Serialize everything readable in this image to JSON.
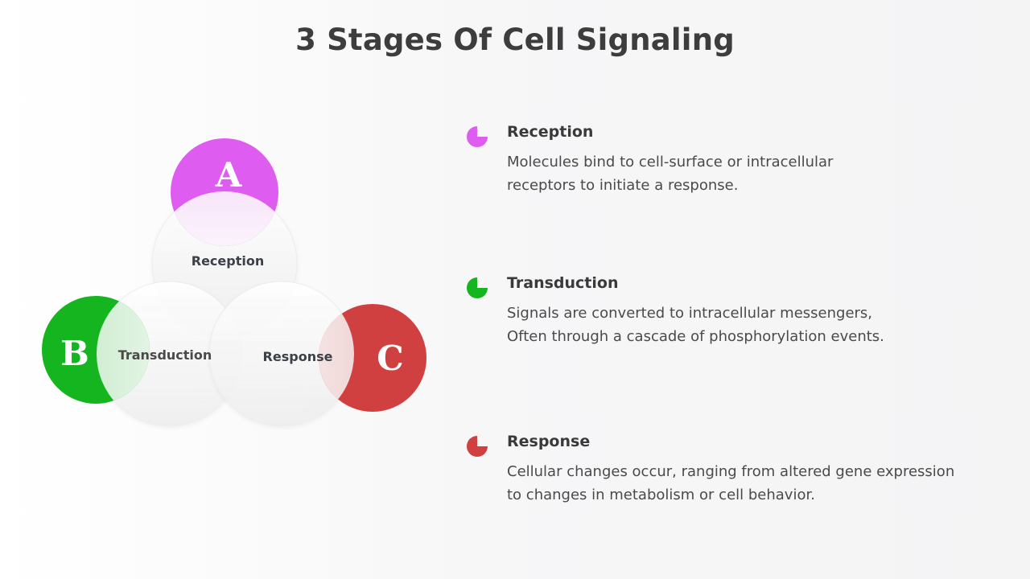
{
  "title": "3 Stages Of Cell Signaling",
  "colors": {
    "reception": "#df5cf1",
    "transduction": "#14b51f",
    "response": "#d14040"
  },
  "diagram": {
    "circle_a_letter": "A",
    "circle_b_letter": "B",
    "circle_c_letter": "C",
    "reception_label": "Reception",
    "transduction_label": "Transduction",
    "response_label": "Response"
  },
  "stages": [
    {
      "heading": "Reception",
      "icon": "pie-icon",
      "lines": [
        "Molecules bind to cell-surface or intracellular",
        "receptors to initiate a response."
      ]
    },
    {
      "heading": "Transduction",
      "icon": "pie-icon",
      "lines": [
        "Signals are converted to intracellular messengers,",
        "Often through a cascade of phosphorylation events."
      ]
    },
    {
      "heading": "Response",
      "icon": "pie-icon",
      "lines": [
        "Cellular changes occur, ranging from altered gene expression",
        "to changes in metabolism or cell behavior."
      ]
    }
  ]
}
